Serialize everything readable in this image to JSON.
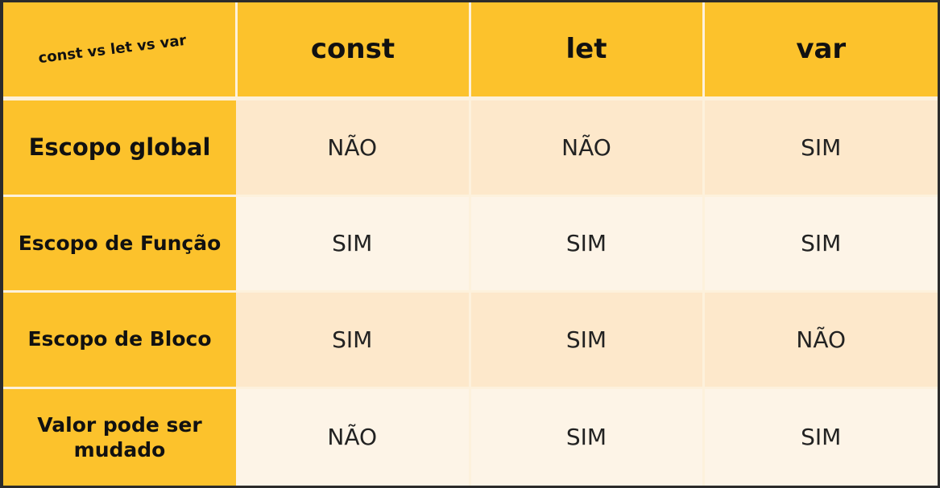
{
  "table": {
    "corner_label": "const vs let vs var",
    "columns": [
      "const",
      "let",
      "var"
    ],
    "rows": [
      {
        "label": "Escopo global",
        "values": [
          "NÃO",
          "NÃO",
          "SIM"
        ]
      },
      {
        "label": "Escopo de Função",
        "values": [
          "SIM",
          "SIM",
          "SIM"
        ]
      },
      {
        "label": "Escopo de Bloco",
        "values": [
          "SIM",
          "SIM",
          "NÃO"
        ]
      },
      {
        "label": "Valor pode ser mudado",
        "values": [
          "NÃO",
          "SIM",
          "SIM"
        ]
      }
    ]
  },
  "colors": {
    "header_accent": "#fcc22c",
    "row_odd": "#fde8cb",
    "row_even": "#fdf4e7",
    "divider": "#fdf1dc",
    "frame": "#2b2b2b"
  }
}
